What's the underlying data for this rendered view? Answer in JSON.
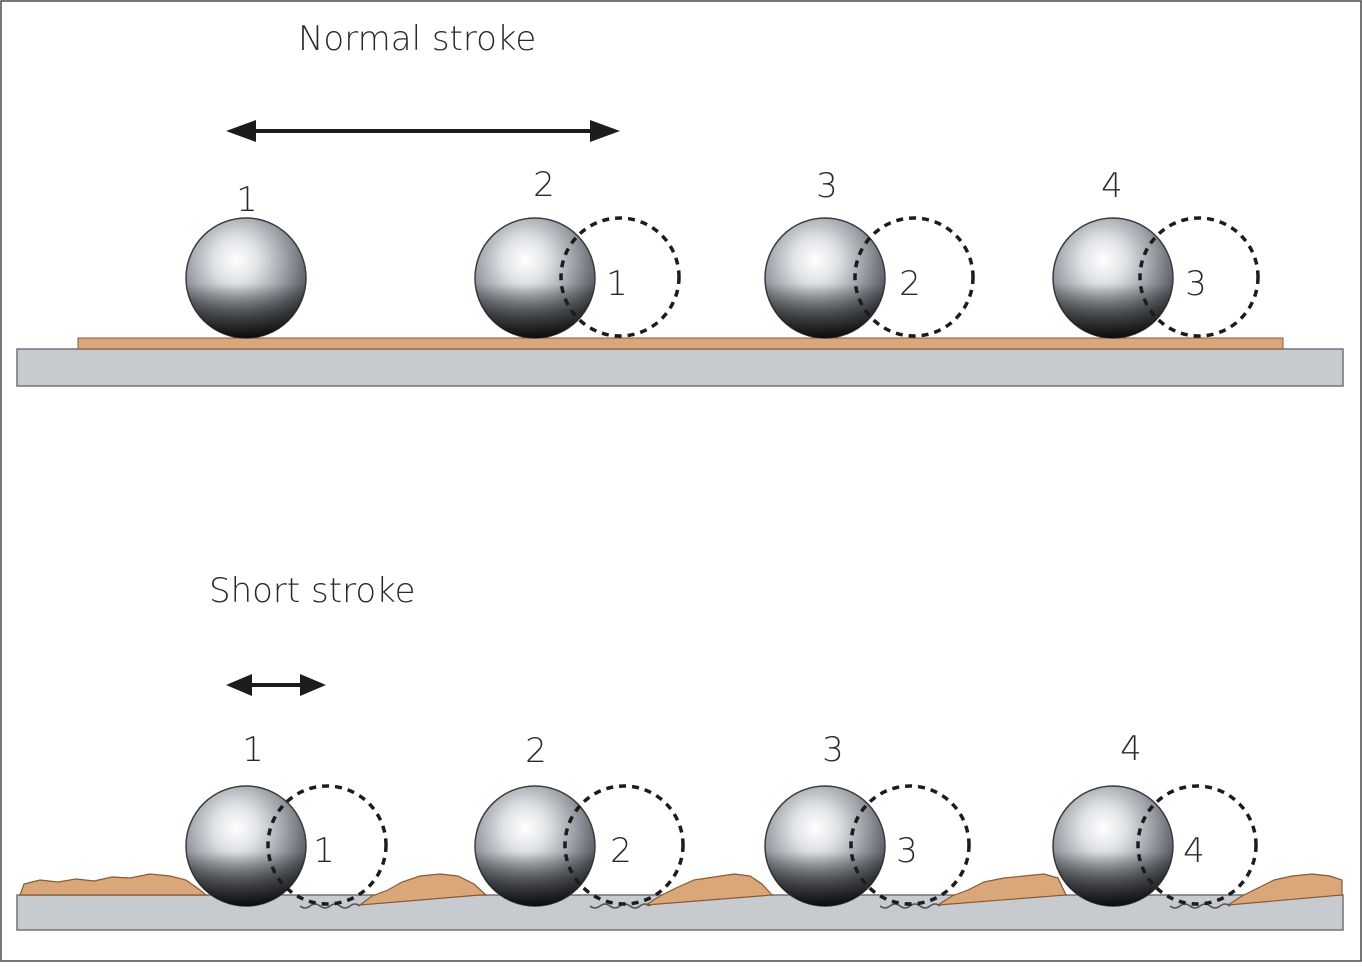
{
  "colors": {
    "frame": "#4a4a4a",
    "grease": "#d9a77a",
    "grease_edge": "#8a5a32",
    "base": "#c7cbcf",
    "base_edge": "#6f7478",
    "text": "#2a2a2a",
    "arrow": "#1c1c1c"
  },
  "normal": {
    "title": "Normal stroke",
    "balls": [
      {
        "label": "1",
        "ghost_label": ""
      },
      {
        "label": "2",
        "ghost_label": "1"
      },
      {
        "label": "3",
        "ghost_label": "2"
      },
      {
        "label": "4",
        "ghost_label": "3"
      }
    ]
  },
  "short": {
    "title": "Short stroke",
    "balls": [
      {
        "label": "1",
        "ghost_label": "1"
      },
      {
        "label": "2",
        "ghost_label": "2"
      },
      {
        "label": "3",
        "ghost_label": "3"
      },
      {
        "label": "4",
        "ghost_label": "4"
      }
    ]
  }
}
